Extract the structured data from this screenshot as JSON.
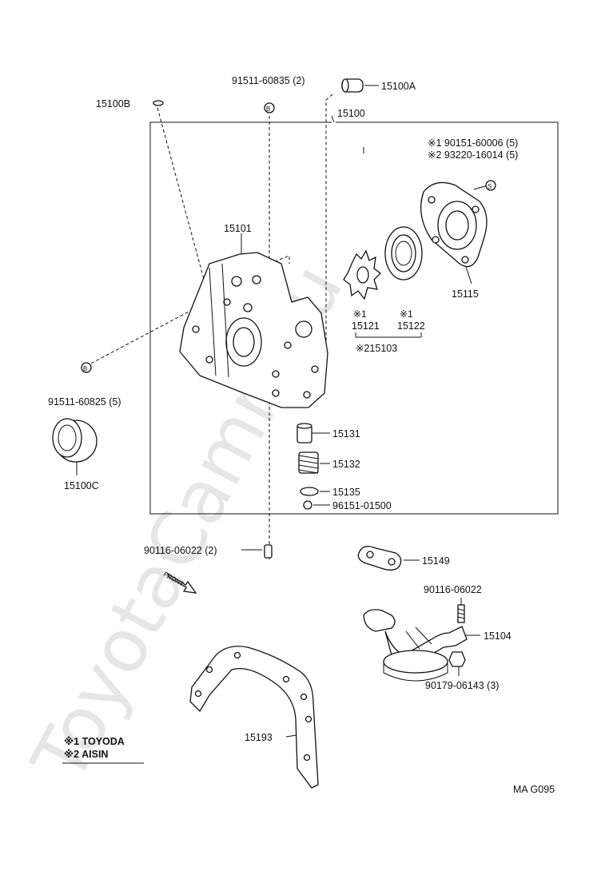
{
  "parts": {
    "p15100B": "15100B",
    "p91511_60835": "91511-60835 (2)",
    "p15100A": "15100A",
    "p15100": "15100",
    "note1": "※1  90151-60006 (5)",
    "note2": "※2  93220-16014 (5)",
    "p15101": "15101",
    "p15115": "15115",
    "p15121_mark": "※1",
    "p15122_mark": "※1",
    "p15121": "15121",
    "p15122": "15122",
    "p15103": "※215103",
    "p91511_60825": "91511-60825 (5)",
    "p15100C": "15100C",
    "p15131": "15131",
    "p15132": "15132",
    "p15135": "15135",
    "p96151": "96151-01500",
    "p90116_06022_2": "90116-06022 (2)",
    "p15149": "15149",
    "front": "FRONT",
    "p90116_06022": "90116-06022",
    "p15104": "15104",
    "p90179": "90179-06143 (3)",
    "p15193": "15193"
  },
  "legend": {
    "line1": "※1 TOYODA",
    "line2": "※2 AISIN"
  },
  "figure_code": "MA  G095",
  "watermark": "ToyotaCamry.ru"
}
